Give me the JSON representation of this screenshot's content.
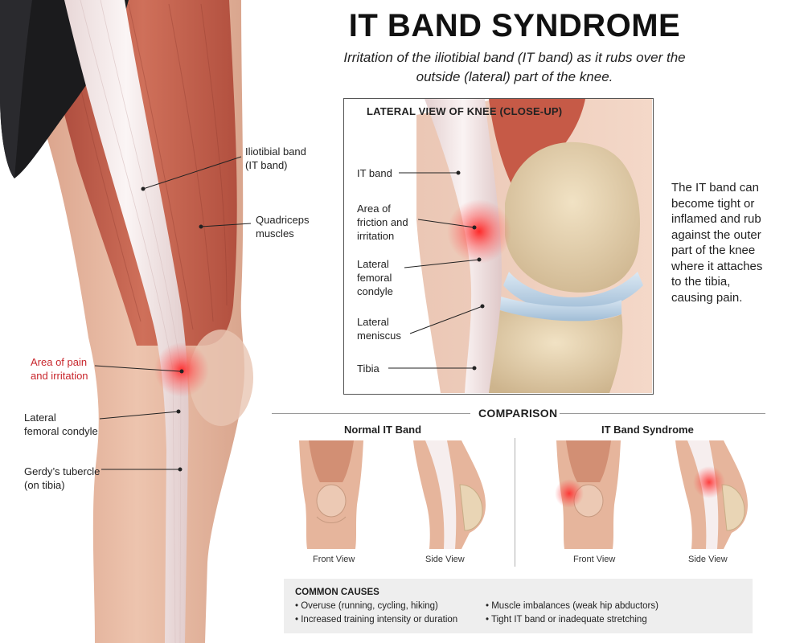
{
  "header": {
    "title": "IT BAND SYNDROME",
    "subtitle_line1": "Irritation of the iliotibial band (IT band) as it rubs over the",
    "subtitle_line2": "outside (lateral) part of the knee."
  },
  "main_figure": {
    "labels": {
      "it_band_l1": "Iliotibial band",
      "it_band_l2": "(IT band)",
      "quads_l1": "Quadriceps",
      "quads_l2": "muscles",
      "pain_l1": "Area of pain",
      "pain_l2": "and irritation",
      "condyle_l1": "Lateral",
      "condyle_l2": "femoral condyle",
      "gerdy_l1": "Gerdy’s tubercle",
      "gerdy_l2": "(on tibia)"
    }
  },
  "inset": {
    "title": "LATERAL VIEW OF KNEE (CLOSE-UP)",
    "labels": {
      "it_band": "IT band",
      "friction_l1": "Area of",
      "friction_l2": "friction and",
      "friction_l3": "irritation",
      "condyle_l1": "Lateral",
      "condyle_l2": "femoral",
      "condyle_l3": "condyle",
      "meniscus_l1": "Lateral",
      "meniscus_l2": "meniscus",
      "tibia": "Tibia"
    }
  },
  "side_note": {
    "lines": [
      "The IT band can",
      "become tight or",
      "inflamed and rub",
      "against the outer",
      "part of the knee",
      "where it attaches",
      "to the tibia,",
      "causing pain."
    ]
  },
  "comparison": {
    "heading": "COMPARISON",
    "normal": {
      "title": "Normal IT Band",
      "front": "Front View",
      "side": "Side View"
    },
    "syndrome": {
      "title": "IT Band Syndrome",
      "front": "Front View",
      "side": "Side View"
    }
  },
  "causes": {
    "title": "COMMON CAUSES",
    "items": [
      "• Overuse (running, cycling, hiking)",
      "• Increased training intensity or duration",
      "• Muscle imbalances (weak hip abductors)",
      "• Tight IT band or inadequate stretching"
    ]
  },
  "colors": {
    "accent_red": "#c8262c",
    "muscle": "#c0604a",
    "tendon": "#efe6e6",
    "skin": "#e6b9a2",
    "bone": "#e8d6b6",
    "cartilage": "#aec8e0"
  }
}
